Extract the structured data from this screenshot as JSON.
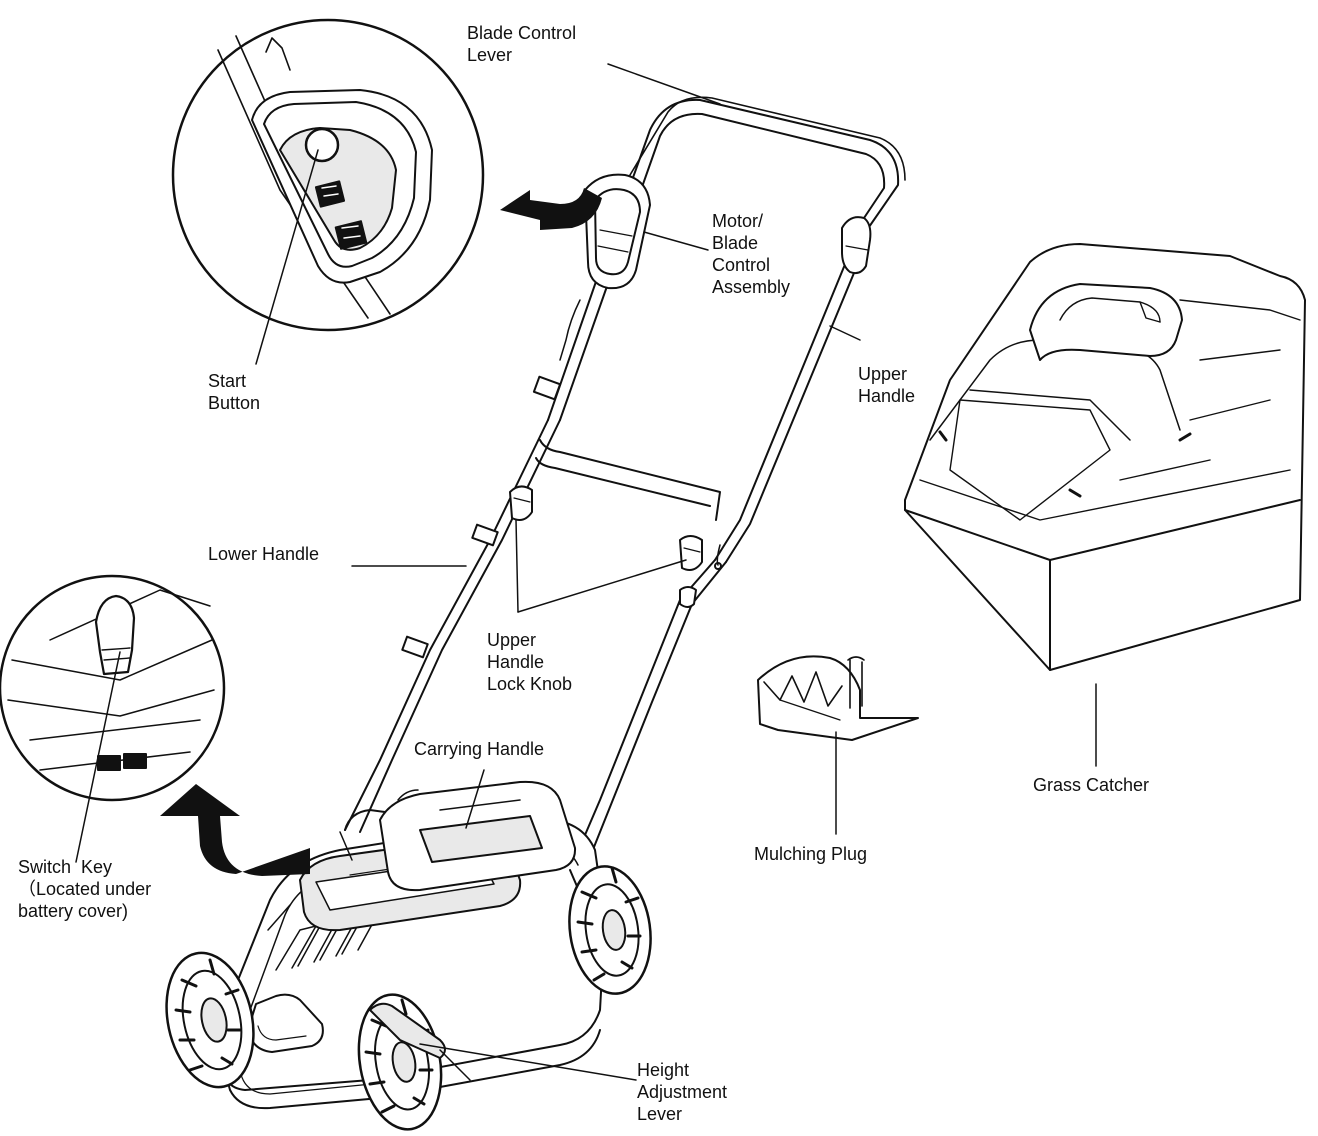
{
  "labels": {
    "blade_control_lever": "Blade Control\nLever",
    "motor_blade_control_assembly": "Motor/\nBlade\nControl\nAssembly",
    "start_button": "Start\nButton",
    "upper_handle": "Upper\nHandle",
    "lower_handle": "Lower Handle",
    "upper_handle_lock_knob": "Upper\nHandle\nLock Knob",
    "carrying_handle": "Carrying Handle",
    "switch_key": "Switch  Key\n（Located under\nbattery cover)",
    "mulching_plug": "Mulching Plug",
    "grass_catcher": "Grass Catcher",
    "height_adjustment_lever": "Height\nAdjustment\nLever"
  },
  "colors": {
    "ink": "#111111",
    "fill": "#ffffff",
    "shade": "#e9e9e9"
  }
}
